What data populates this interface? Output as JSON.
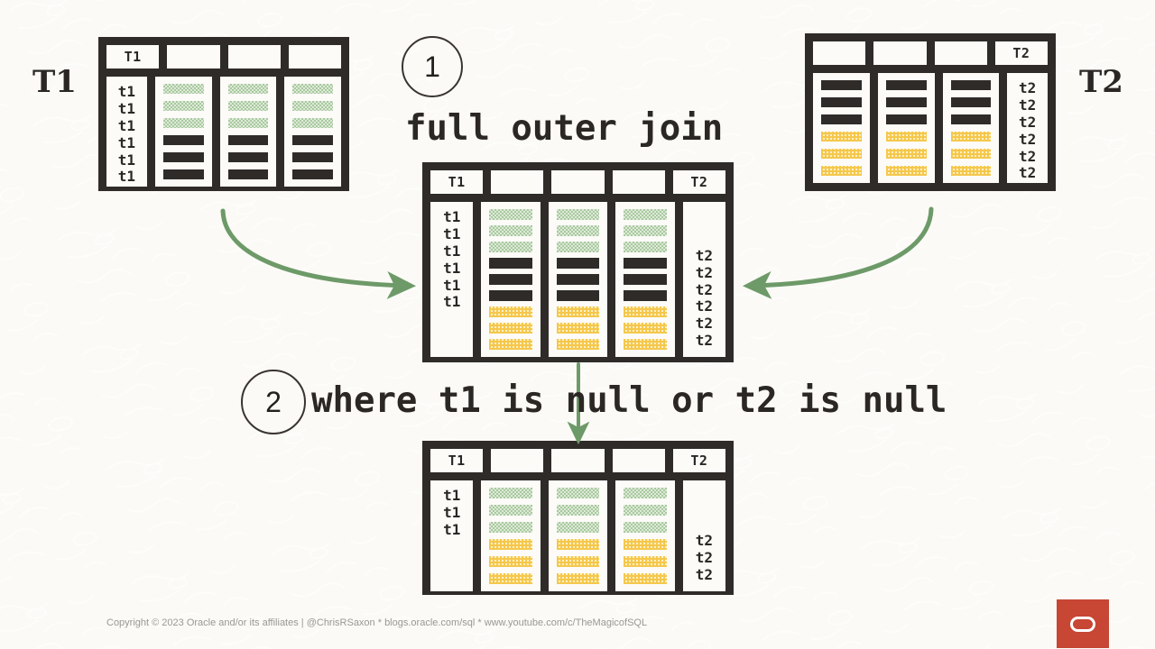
{
  "page": {
    "background": "#fbfaf6",
    "ink": "#2f2b28",
    "green_accent": "#6d9a68",
    "yellow_accent": "#f5c84c",
    "oracle_red": "#c74634"
  },
  "labels": {
    "left_table": "T1",
    "right_table": "T2"
  },
  "steps": [
    {
      "number": "1",
      "caption": "full outer join"
    },
    {
      "number": "2",
      "caption": "where t1 is null or t2 is null"
    }
  ],
  "tables": {
    "t1": {
      "name": "source-table-t1",
      "header": [
        "T1",
        "",
        "",
        ""
      ],
      "label_column": [
        "t1",
        "t1",
        "t1",
        "t1",
        "t1",
        "t1"
      ],
      "row_fills": [
        "green",
        "green",
        "green",
        "dark",
        "dark",
        "dark"
      ],
      "data_columns": 3
    },
    "t2": {
      "name": "source-table-t2",
      "header": [
        "",
        "",
        "",
        "T2"
      ],
      "label_column": [
        "t2",
        "t2",
        "t2",
        "t2",
        "t2",
        "t2"
      ],
      "row_fills": [
        "dark",
        "dark",
        "dark",
        "yellow",
        "yellow",
        "yellow"
      ],
      "data_columns": 3
    },
    "join_result": {
      "name": "full-outer-join-result",
      "header_left": "T1",
      "header_right": "T2",
      "header_blanks": 3,
      "left_label_column": [
        "t1",
        "t1",
        "t1",
        "t1",
        "t1",
        "t1"
      ],
      "right_label_column": [
        "t2",
        "t2",
        "t2",
        "t2",
        "t2",
        "t2"
      ],
      "row_fills": [
        "green",
        "green",
        "green",
        "dark",
        "dark",
        "dark",
        "yellow",
        "yellow",
        "yellow"
      ],
      "data_columns": 3
    },
    "filtered_result": {
      "name": "anti-join-result",
      "header_left": "T1",
      "header_right": "T2",
      "header_blanks": 3,
      "left_label_column": [
        "t1",
        "t1",
        "t1"
      ],
      "right_label_column": [
        "t2",
        "t2",
        "t2"
      ],
      "row_fills": [
        "green",
        "green",
        "green",
        "yellow",
        "yellow",
        "yellow"
      ],
      "data_columns": 3
    }
  },
  "arrows": [
    {
      "name": "arrow-t1-to-result",
      "direction": "right"
    },
    {
      "name": "arrow-t2-to-result",
      "direction": "left"
    },
    {
      "name": "arrow-result-to-filtered",
      "direction": "down"
    }
  ],
  "footer": {
    "text": "Copyright © 2023 Oracle and/or its affiliates | @ChrisRSaxon * blogs.oracle.com/sql * www.youtube.com/c/TheMagicofSQL"
  }
}
